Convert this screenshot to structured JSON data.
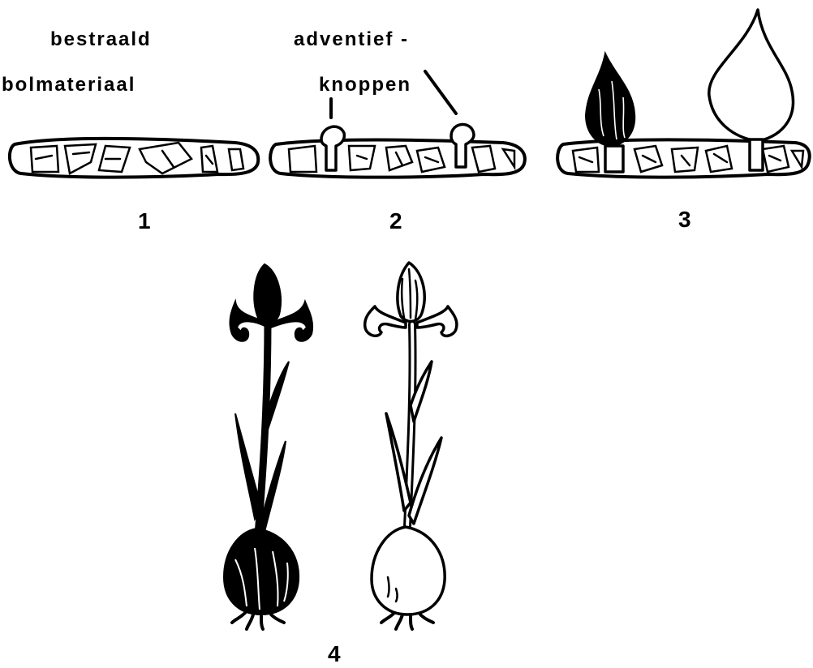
{
  "labels": {
    "bestraald": "bestraald",
    "bolmateriaal": "bolmateriaal",
    "adventief": "adventief -",
    "knoppen": "knoppen"
  },
  "steps": [
    "1",
    "2",
    "3",
    "4"
  ]
}
